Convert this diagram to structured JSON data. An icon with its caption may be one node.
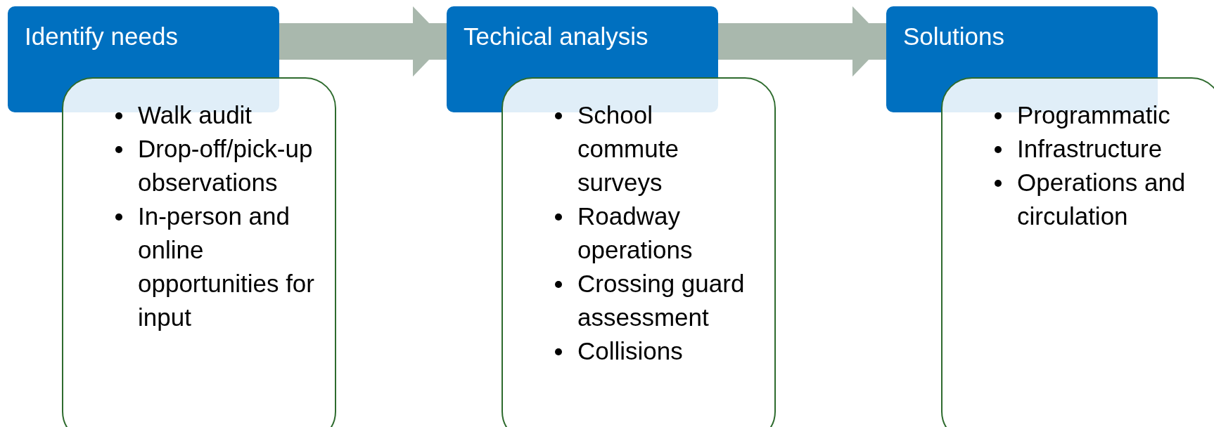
{
  "diagram": {
    "nodes": [
      {
        "text": [
          "Identify needs"
        ]
      },
      {
        "text": [
          "Walk audit",
          "Drop-off/pick-up observations",
          "In-person and online opportunities for input"
        ]
      },
      {
        "text": [
          "Techical analysis"
        ]
      },
      {
        "text": [
          "School commute surveys",
          "Roadway operations",
          "Crossing guard assessment",
          "Collisions"
        ]
      },
      {
        "text": [
          "Solutions"
        ]
      },
      {
        "text": [
          "Programmatic",
          "Infrastructure",
          "Operations and circulation"
        ]
      }
    ],
    "edges": [
      {
        "from": 0,
        "to": 2,
        "arrow": "to"
      },
      {
        "from": 2,
        "to": 4,
        "arrow": "to"
      }
    ]
  }
}
